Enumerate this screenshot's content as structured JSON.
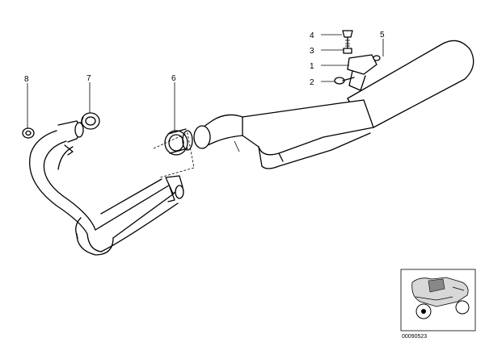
{
  "callouts": [
    {
      "id": "c1",
      "label": "1"
    },
    {
      "id": "c2",
      "label": "2"
    },
    {
      "id": "c3",
      "label": "3"
    },
    {
      "id": "c4",
      "label": "4"
    },
    {
      "id": "c5",
      "label": "5"
    },
    {
      "id": "c6",
      "label": "6"
    },
    {
      "id": "c7",
      "label": "7"
    },
    {
      "id": "c8",
      "label": "8"
    }
  ],
  "thumbnail": {
    "ref_number": "00090523"
  }
}
